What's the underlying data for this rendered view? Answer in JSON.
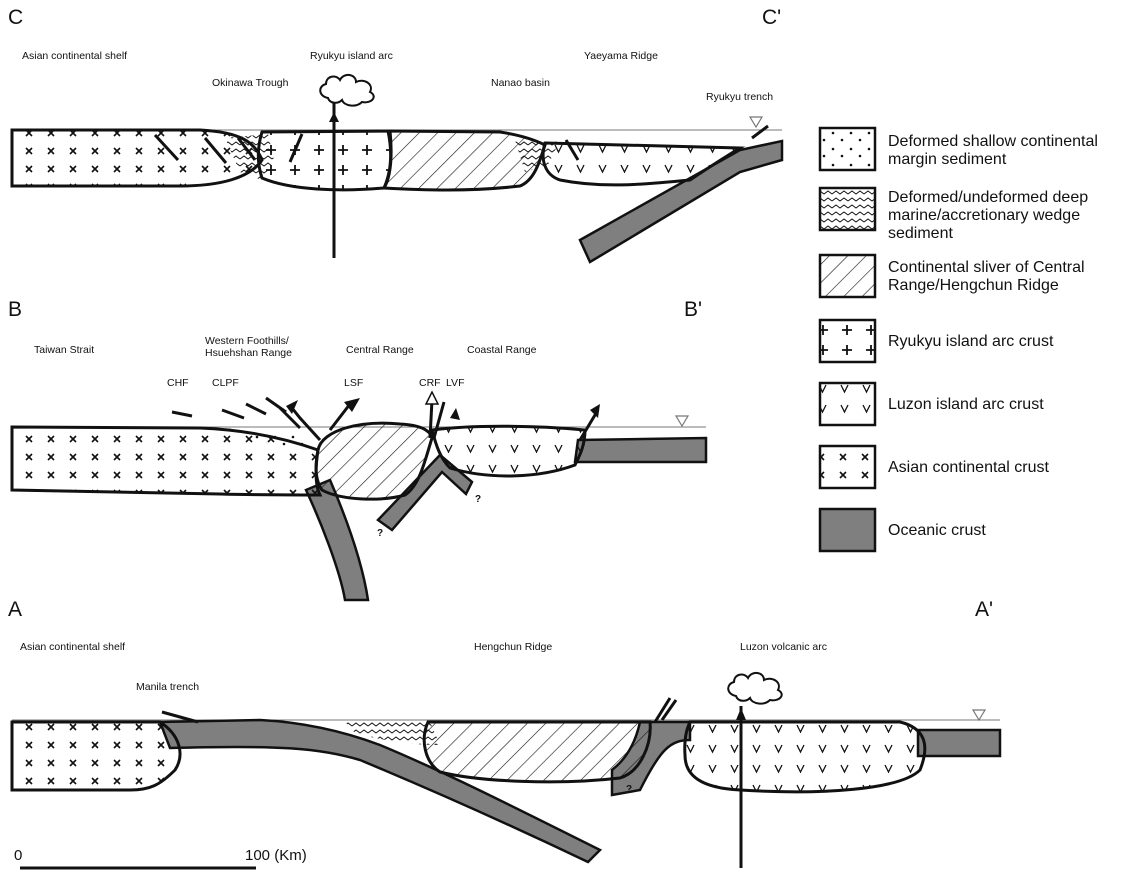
{
  "section_labels": {
    "c": "C",
    "c_prime": "C'",
    "b": "B",
    "b_prime": "B'",
    "a": "A",
    "a_prime": "A'"
  },
  "section_c": {
    "asian_shelf": "Asian continental shelf",
    "okinawa_trough": "Okinawa Trough",
    "ryukyu_arc": "Ryukyu island arc",
    "nanao_basin": "Nanao basin",
    "yaeyama_ridge": "Yaeyama Ridge",
    "ryukyu_trench": "Ryukyu trench"
  },
  "section_b": {
    "taiwan_strait": "Taiwan Strait",
    "western_foothills_1": "Western Foothills/",
    "western_foothills_2": "Hsuehshan Range",
    "central_range": "Central Range",
    "coastal_range": "Coastal Range",
    "chf": "CHF",
    "clpf": "CLPF",
    "lsf": "LSF",
    "crf": "CRF",
    "lvf": "LVF",
    "q1": "?",
    "q2": "?"
  },
  "section_a": {
    "asian_shelf": "Asian continental shelf",
    "manila_trench": "Manila trench",
    "hengchun_ridge": "Hengchun Ridge",
    "luzon_arc": "Luzon volcanic arc",
    "q": "?"
  },
  "scale_bar": {
    "zero": "0",
    "hundred": "100 (Km)"
  },
  "legend": [
    {
      "lines": [
        "Deformed shallow continental",
        "margin sediment"
      ]
    },
    {
      "lines": [
        "Deformed/undeformed deep",
        "marine/accretionary wedge",
        "sediment"
      ]
    },
    {
      "lines": [
        "Continental sliver of Central",
        "Range/Hengchun Ridge"
      ]
    },
    {
      "lines": [
        "Ryukyu island arc crust"
      ]
    },
    {
      "lines": [
        "Luzon island arc crust"
      ]
    },
    {
      "lines": [
        "Asian continental crust"
      ]
    },
    {
      "lines": [
        "Oceanic crust"
      ]
    }
  ],
  "colors": {
    "oceanic_crust": "#7f7f7f",
    "outline": "#111111",
    "sea_level": "#777777"
  }
}
